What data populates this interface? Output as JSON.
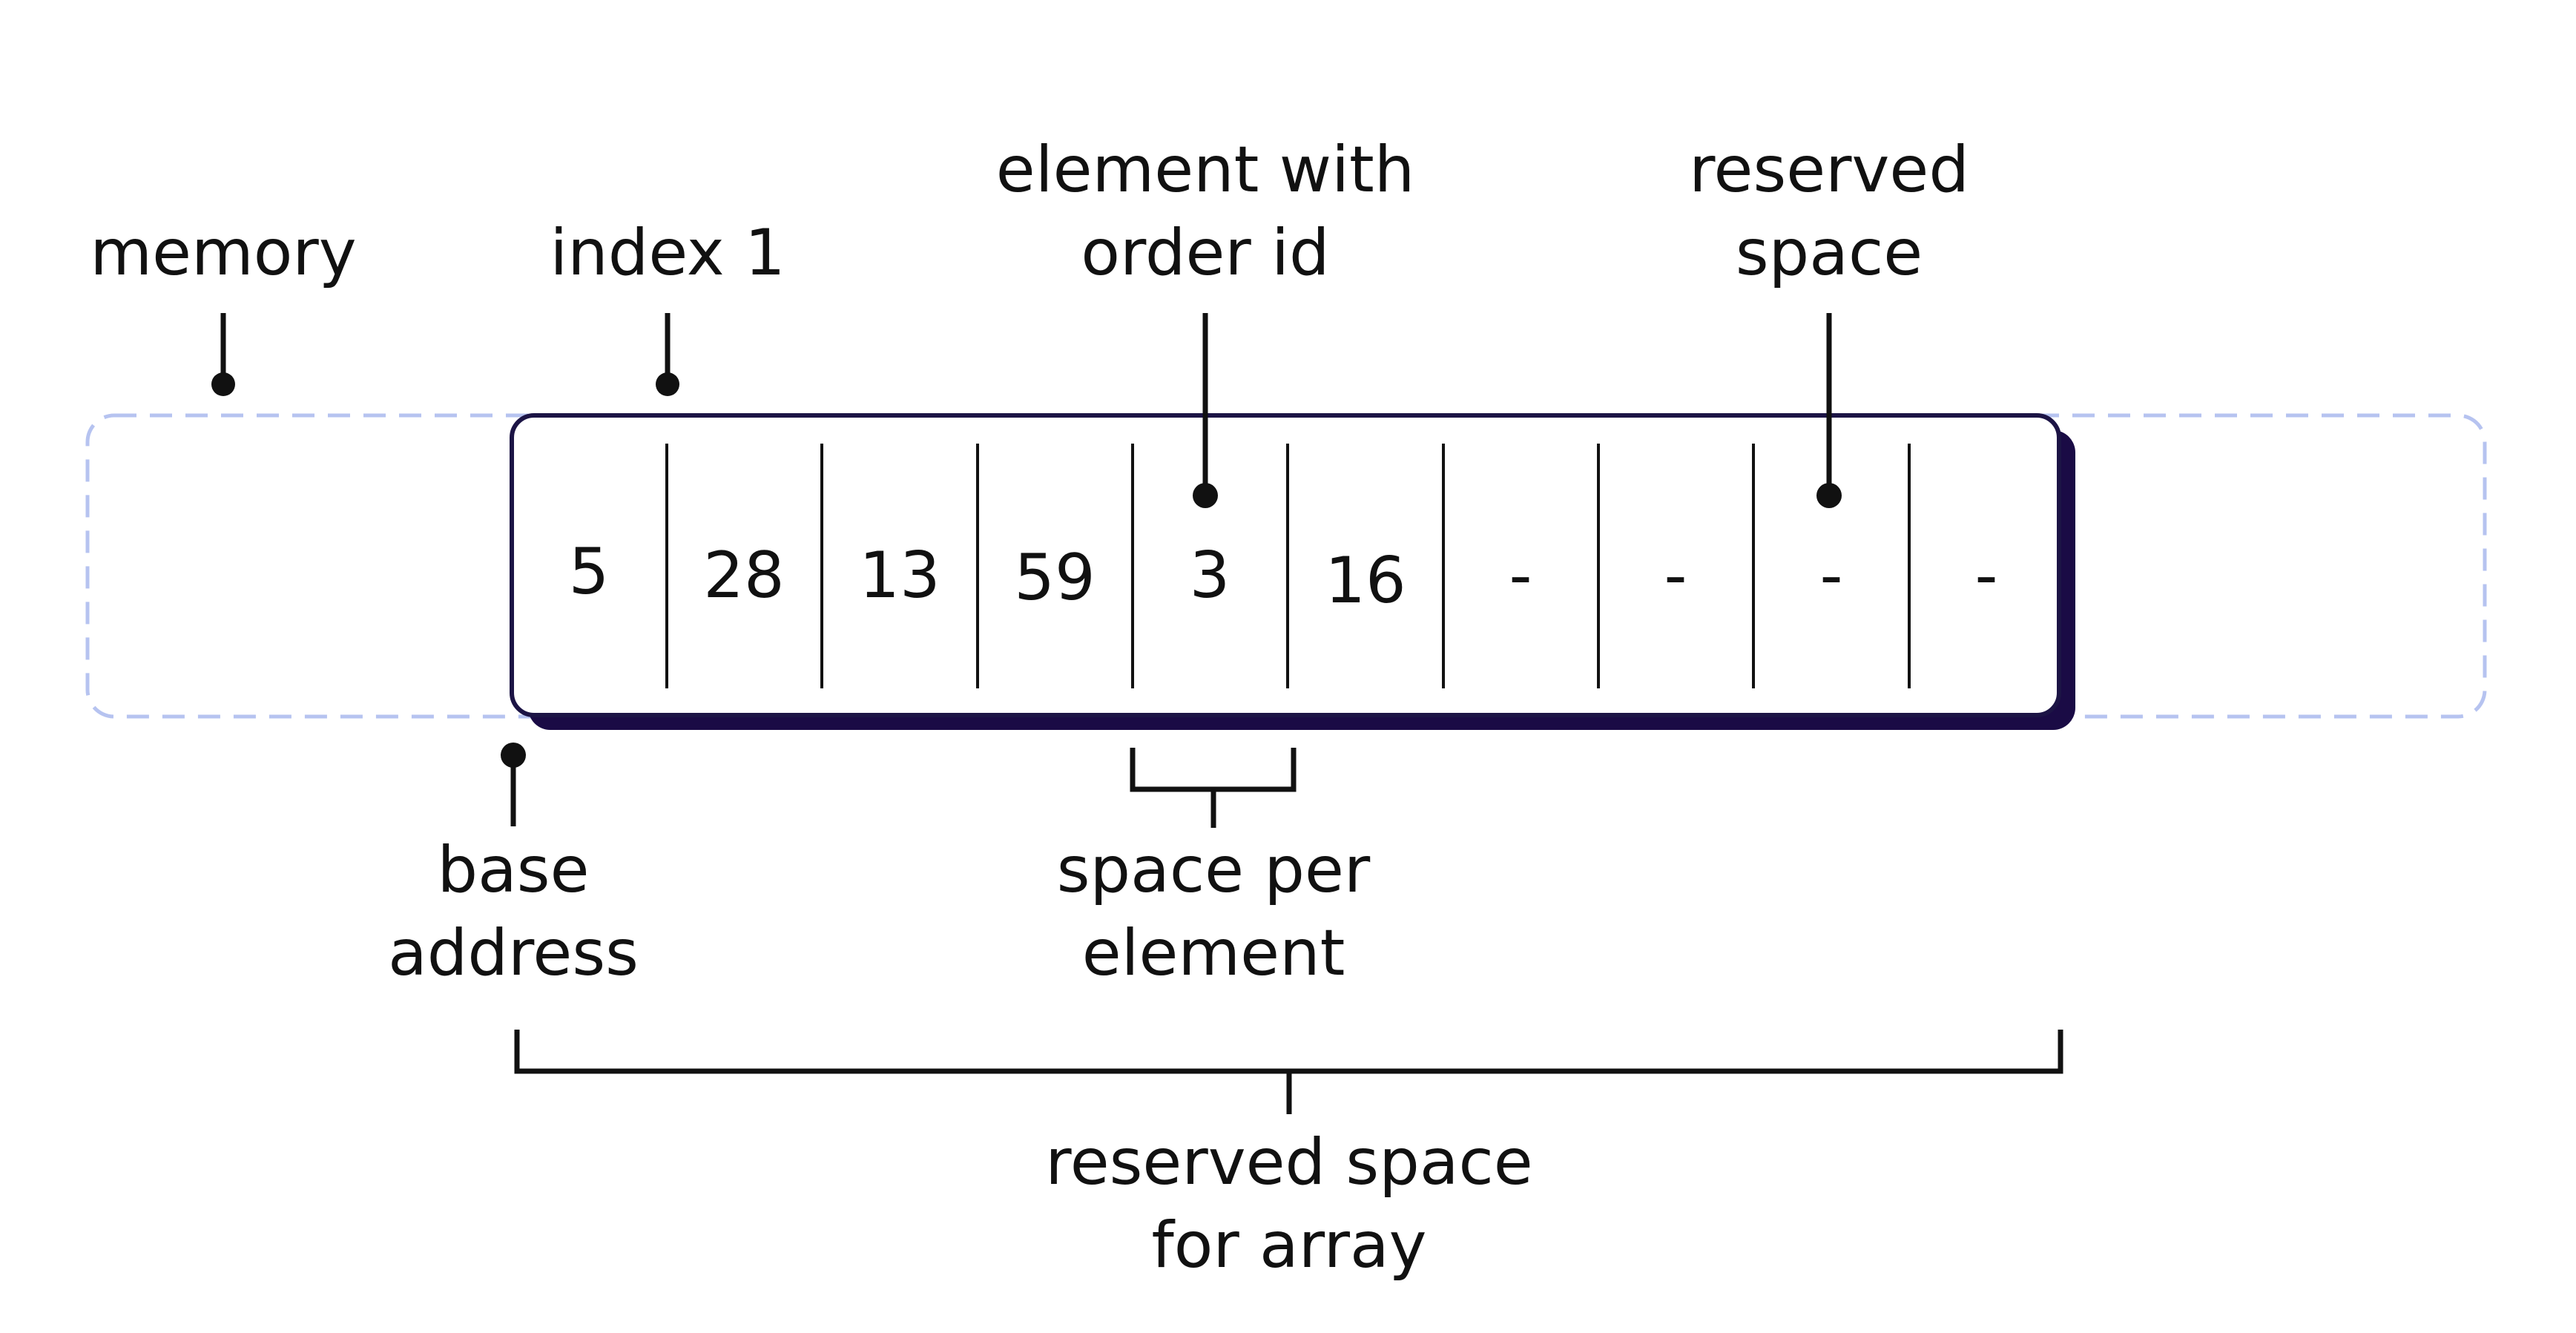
{
  "labels": {
    "memory": "memory",
    "index": "index 1",
    "element_line1": "element with",
    "element_line2": "order id",
    "reserved_line1": "reserved",
    "reserved_line2": "space",
    "base_line1": "base",
    "base_line2": "address",
    "per_line1": "space per",
    "per_line2": "element",
    "array_line1": "reserved space",
    "array_line2": "for array"
  },
  "cells": [
    "5",
    "28",
    "13",
    "59",
    "3",
    "16",
    "-",
    "-",
    "-",
    "-"
  ],
  "colors": {
    "memory_dash": "#b6c3f0",
    "array_shadow": "#1a0b45",
    "array_border": "#1c1445",
    "ink": "#111111"
  }
}
